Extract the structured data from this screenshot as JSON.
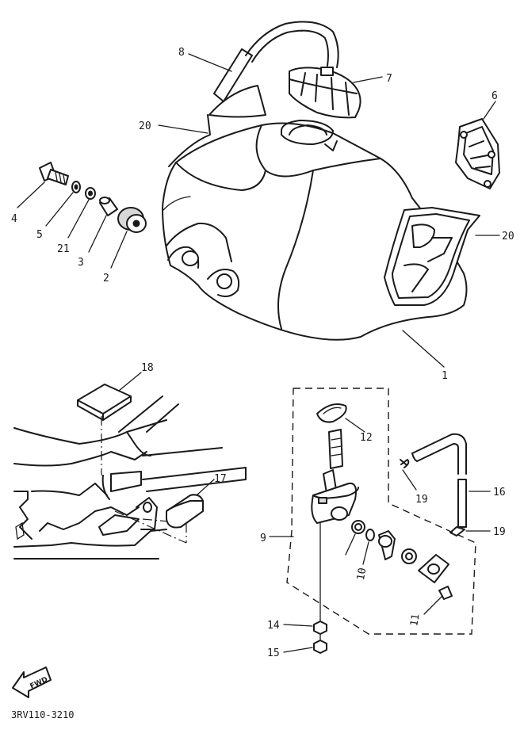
{
  "part_labels": {
    "p1": "1",
    "p2": "2",
    "p3": "3",
    "p4": "4",
    "p5": "5",
    "p6": "6",
    "p7": "7",
    "p8": "8",
    "p9": "9",
    "p10": "10",
    "p11": "11",
    "p12": "12",
    "p14": "14",
    "p15": "15",
    "p16": "16",
    "p17": "17",
    "p18": "18",
    "p19a": "19",
    "p19b": "19",
    "p20a": "20",
    "p20b": "20",
    "p21": "21"
  },
  "fwd_label": "FWD",
  "diagram_code": "3RV110-3210"
}
